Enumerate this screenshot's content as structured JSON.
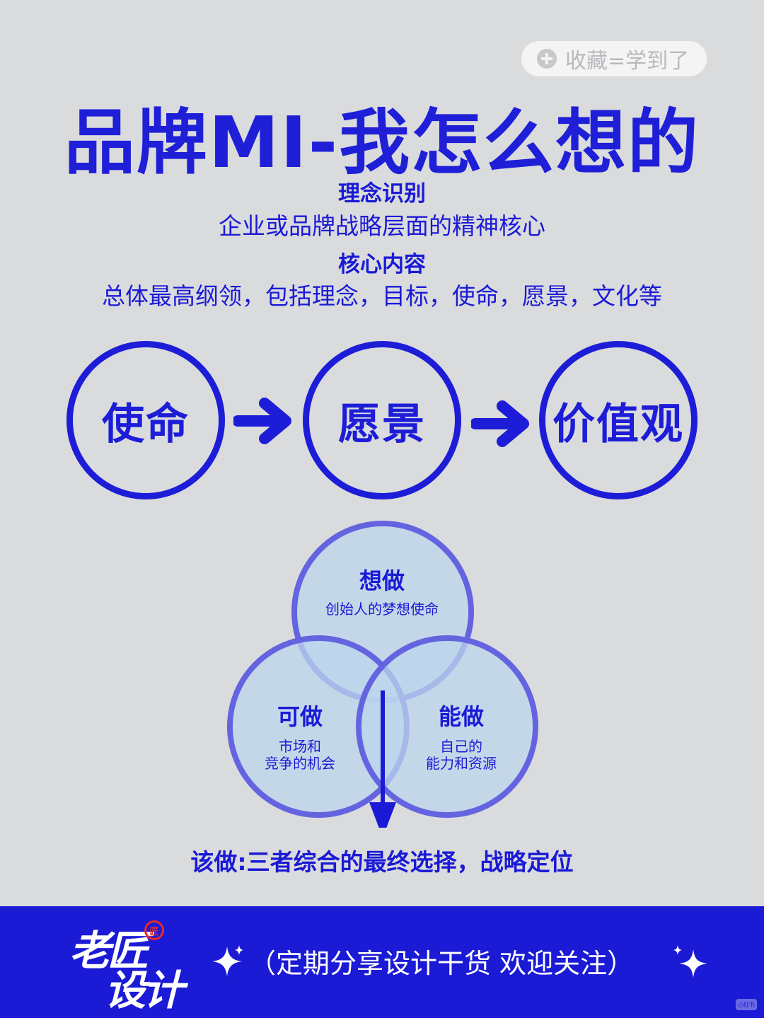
{
  "save_badge": {
    "text": "收藏=学到了",
    "icon": "plus-circle-icon"
  },
  "title": "品牌MI-我怎么想的",
  "section1": {
    "heading": "理念识别",
    "text": "企业或品牌战略层面的精神核心"
  },
  "section2": {
    "heading": "核心内容",
    "text": "总体最高纲领，包括理念，目标，使命，愿景，文化等"
  },
  "flow": {
    "steps": [
      "使命",
      "愿景",
      "价值观"
    ],
    "ring_color": "#1d1dd8",
    "arrow_icon": "arrow-right-icon"
  },
  "venn": {
    "top": {
      "label": "想做",
      "desc": "创始人的梦想使命"
    },
    "left": {
      "label": "可做",
      "desc_line1": "市场和",
      "desc_line2": "竞争的机会"
    },
    "right": {
      "label": "能做",
      "desc_line1": "自己的",
      "desc_line2": "能力和资源"
    },
    "fill_color": "#bcd6ec",
    "stroke_color": "#6464e0"
  },
  "conclusion": "该做:三者综合的最终选择，战略定位",
  "footer": {
    "logo_line1": "老匠",
    "logo_line2": "设计",
    "seal": "匠",
    "text": "（定期分享设计干货 欢迎关注）",
    "sparkle_icon": "sparkle-icon",
    "background": "#1b1bd6"
  },
  "watermark": "小红书"
}
